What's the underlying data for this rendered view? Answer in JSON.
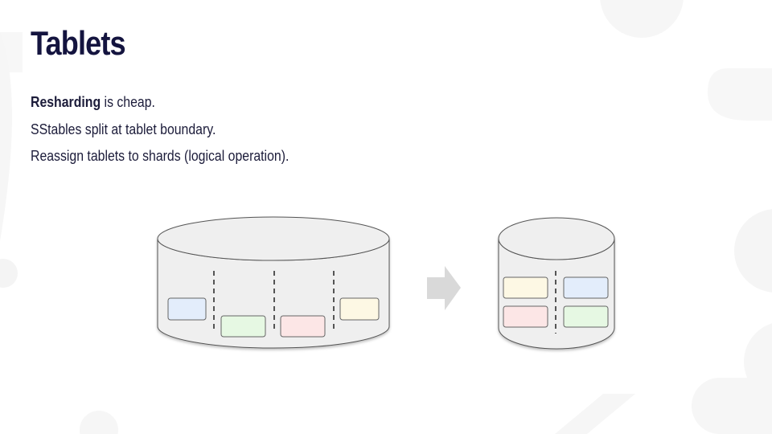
{
  "slide": {
    "title": "Tablets",
    "bullets": [
      {
        "bold": "Resharding",
        "rest": " is cheap."
      },
      {
        "bold": "",
        "rest": "SStables split at tablet boundary."
      },
      {
        "bold": "",
        "rest": "Reassign tablets to shards (logical operation)."
      }
    ]
  },
  "colors": {
    "title": "#14143f",
    "text": "#1c1c3a",
    "cylinder_fill": "#efefef",
    "cylinder_stroke": "#555555",
    "tablet_blue": "#e3edfb",
    "tablet_green": "#e6f8e3",
    "tablet_red": "#fce6e6",
    "tablet_yellow": "#fdf8e4",
    "arrow": "#d9d9d9"
  },
  "icons": [
    "right-arrow-icon"
  ]
}
